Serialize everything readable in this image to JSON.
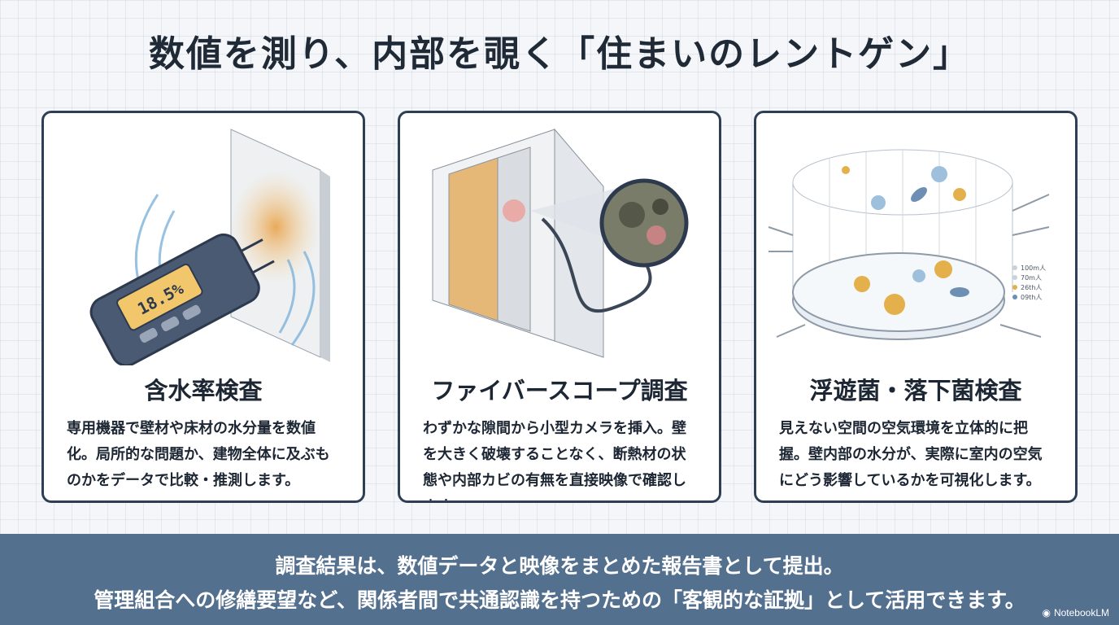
{
  "title": "数値を測り、内部を覗く「住まいのレントゲン」",
  "cards": [
    {
      "heading": "含水率検査",
      "body": "専用機器で壁材や床材の水分量を数値化。局所的な問題か、建物全体に及ぶものかをデータで比較・推測します。",
      "meter_reading": "18.5%",
      "icon": "moisture-meter-icon"
    },
    {
      "heading": "ファイバースコープ調査",
      "body": "わずかな隙間から小型カメラを挿入。壁を大きく破壊することなく、断熱材の状態や内部カビの有無を直接映像で確認します。",
      "icon": "fiberscope-icon"
    },
    {
      "heading": "浮遊菌・落下菌検査",
      "body": "見えない空間の空気環境を立体的に把握。壁内部の水分が、実際に室内の空気にどう影響しているかを可視化します。",
      "legend": [
        "100m人",
        "70m人",
        "26th人",
        "09th人"
      ],
      "icon": "petri-dish-icon"
    }
  ],
  "banner": {
    "line1": "調査結果は、数値データと映像をまとめた報告書として提出。",
    "line2": "管理組合への修繕要望など、関係者間で共通認識を持つための「客観的な証拠」として活用できます。"
  },
  "brand": "NotebookLM"
}
